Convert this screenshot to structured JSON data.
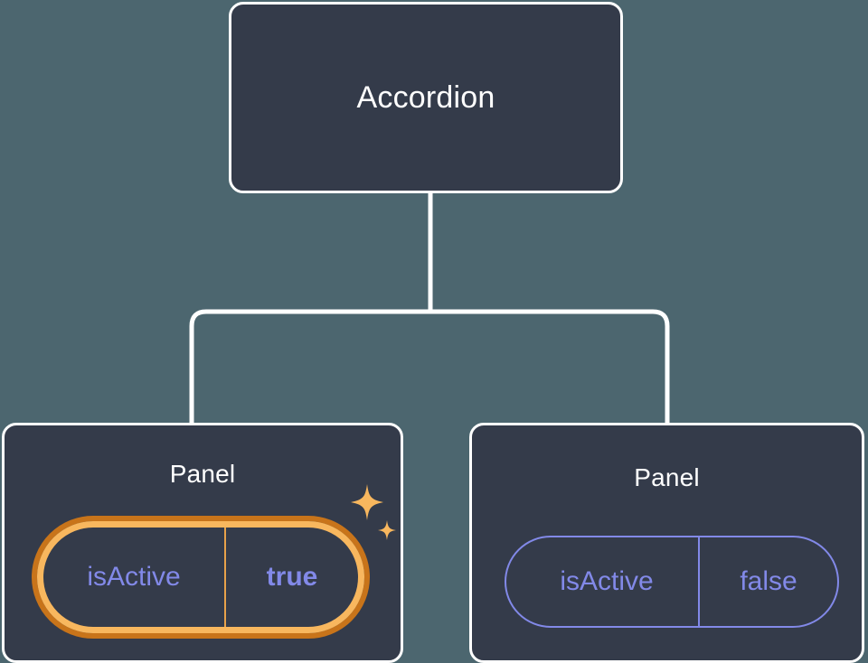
{
  "theme": {
    "background": "#4c666f",
    "node_fill": "#343b4a",
    "node_border": "#ffffff",
    "edge_color": "#ffffff",
    "accent_periwinkle": "#8289e8",
    "highlight_outer": "#c8741a",
    "highlight_inner": "#f8b75e",
    "sparkle_color": "#f8b75e"
  },
  "diagram": {
    "type": "component-tree",
    "root": {
      "id": "accordion",
      "title": "Accordion"
    },
    "children": [
      {
        "id": "panel-0",
        "title": "Panel",
        "highlighted": true,
        "prop": {
          "key": "isActive",
          "value": "true"
        },
        "sparkle_icons": [
          "sparkle-large-icon",
          "sparkle-small-icon"
        ]
      },
      {
        "id": "panel-1",
        "title": "Panel",
        "highlighted": false,
        "prop": {
          "key": "isActive",
          "value": "false"
        }
      }
    ]
  }
}
